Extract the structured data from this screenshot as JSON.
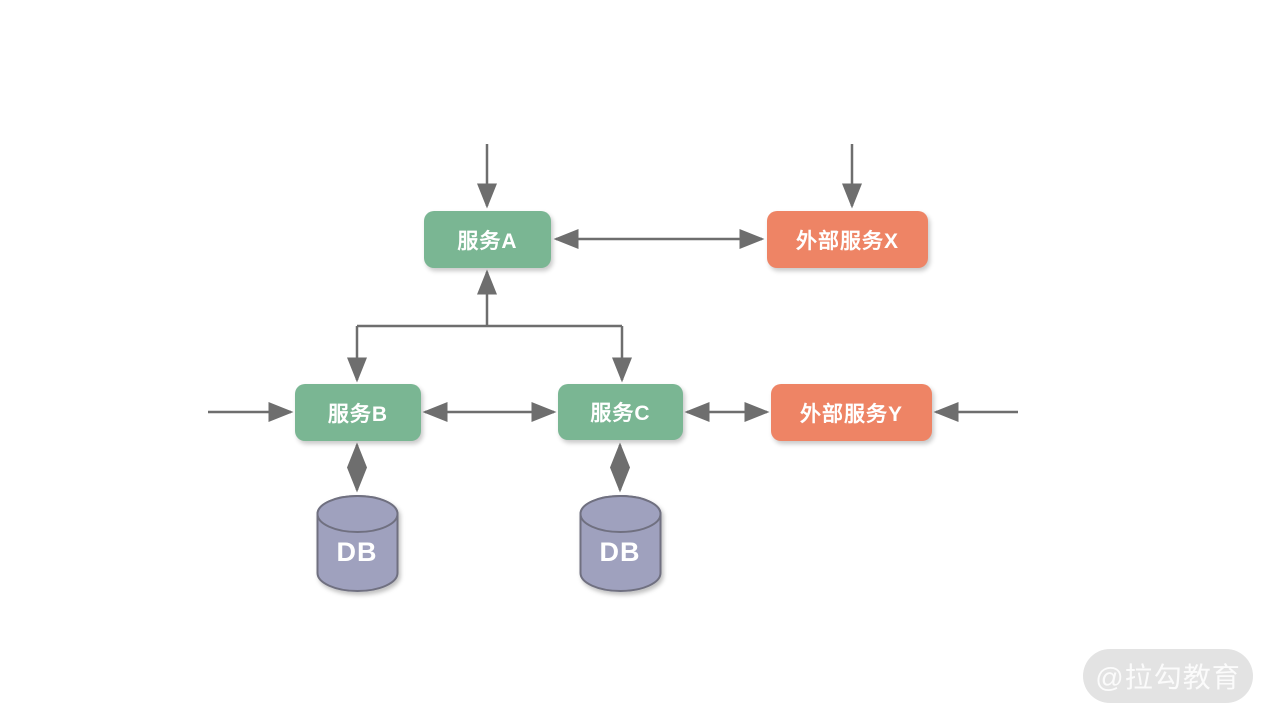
{
  "diagram": {
    "nodes": {
      "service_a": {
        "label": "服务A",
        "type": "service"
      },
      "external_x": {
        "label": "外部服务X",
        "type": "external"
      },
      "service_b": {
        "label": "服务B",
        "type": "service"
      },
      "service_c": {
        "label": "服务C",
        "type": "service"
      },
      "external_y": {
        "label": "外部服务Y",
        "type": "external"
      },
      "db_b": {
        "label": "DB",
        "type": "database"
      },
      "db_c": {
        "label": "DB",
        "type": "database"
      }
    },
    "edges": [
      {
        "from": "inbound-top",
        "to": "service_a",
        "direction": "one-way"
      },
      {
        "from": "inbound-top",
        "to": "external_x",
        "direction": "one-way"
      },
      {
        "from": "service_a",
        "to": "external_x",
        "direction": "two-way"
      },
      {
        "from": "service_a",
        "to": "service_b",
        "direction": "two-way",
        "style": "elbow"
      },
      {
        "from": "service_a",
        "to": "service_c",
        "direction": "two-way",
        "style": "elbow"
      },
      {
        "from": "inbound-left",
        "to": "service_b",
        "direction": "one-way"
      },
      {
        "from": "service_b",
        "to": "service_c",
        "direction": "two-way"
      },
      {
        "from": "service_c",
        "to": "external_y",
        "direction": "two-way"
      },
      {
        "from": "inbound-right",
        "to": "external_y",
        "direction": "one-way"
      },
      {
        "from": "service_b",
        "to": "db_b",
        "direction": "two-way"
      },
      {
        "from": "service_c",
        "to": "db_c",
        "direction": "two-way"
      }
    ],
    "colors": {
      "service_fill": "#7ab693",
      "external_fill": "#ee8465",
      "database_fill": "#9fa1be",
      "database_stroke": "#6f7080",
      "arrow": "#6e6e6e",
      "node_text": "#ffffff",
      "watermark_bg": "#e3e3e3",
      "watermark_text": "#fbfbfb"
    }
  },
  "watermark": {
    "label": "@拉勾教育"
  }
}
